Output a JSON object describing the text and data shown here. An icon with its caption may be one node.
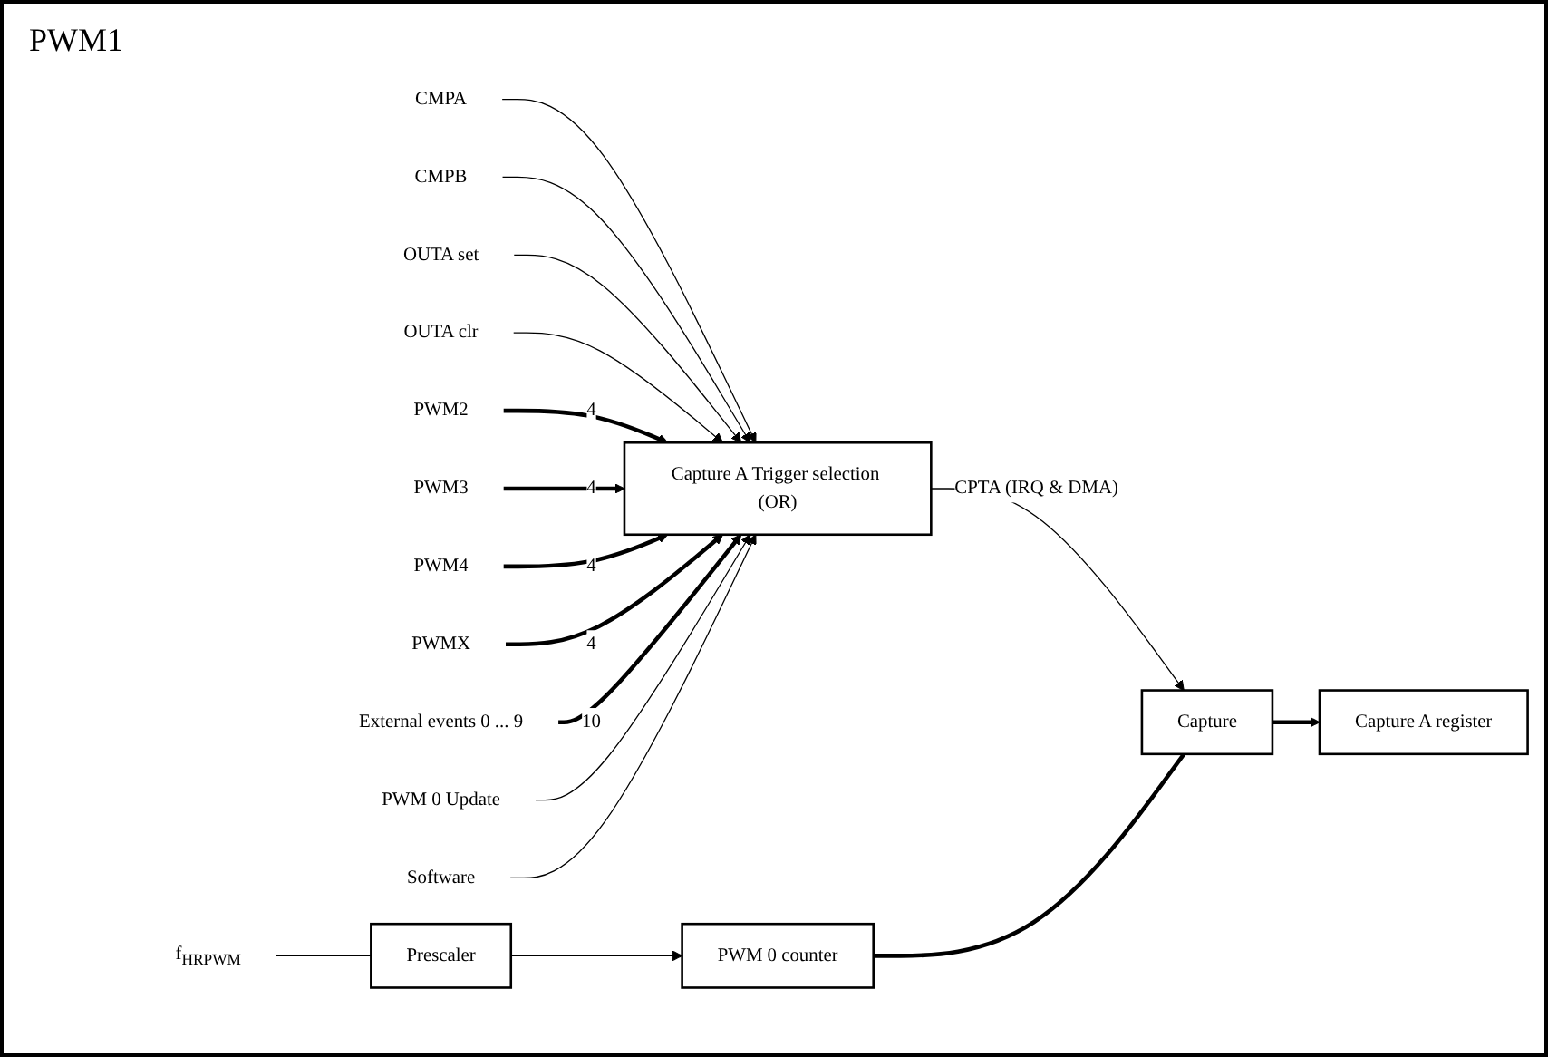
{
  "diagram": {
    "nodes": [
      {
        "text": [
          "CMPA"
        ]
      },
      {
        "text": [
          "CMPB"
        ]
      },
      {
        "text": [
          "OUTA set"
        ]
      },
      {
        "text": [
          "OUTA clr"
        ]
      },
      {
        "text": [
          "PWM2"
        ]
      },
      {
        "text": [
          "PWM3"
        ]
      },
      {
        "text": [
          "PWM4"
        ]
      },
      {
        "text": [
          "PWMX"
        ]
      },
      {
        "text": [
          "External events 0 ... 9"
        ]
      },
      {
        "text": [
          "PWM 0 Update"
        ]
      },
      {
        "text": [
          "Software"
        ]
      },
      {
        "text": [
          "Capture A Trigger selection (OR)"
        ]
      },
      {
        "text": [
          "Capture A register"
        ]
      },
      {
        "text": [
          "Capture"
        ]
      },
      {
        "text": [
          "f$_{HRPWM}$"
        ]
      },
      {
        "text": [
          "Prescaler"
        ]
      },
      {
        "text": [
          "PWM 0 counter"
        ]
      }
    ],
    "edges": [
      {
        "from": 0,
        "to": 11,
        "arrow": "to"
      },
      {
        "from": 1,
        "to": 11,
        "arrow": "to"
      },
      {
        "from": 2,
        "to": 11,
        "arrow": "to"
      },
      {
        "from": 3,
        "to": 11,
        "arrow": "to"
      },
      {
        "from": 4,
        "to": 11,
        "arrow": "to",
        "label": "4",
        "style": "thick"
      },
      {
        "from": 5,
        "to": 11,
        "arrow": "to",
        "label": "4",
        "style": "thick"
      },
      {
        "from": 6,
        "to": 11,
        "arrow": "to",
        "label": "4",
        "style": "thick"
      },
      {
        "from": 7,
        "to": 11,
        "arrow": "to",
        "label": "4",
        "style": "thick"
      },
      {
        "from": 8,
        "to": 11,
        "arrow": "to",
        "label": "10",
        "style": "thick"
      },
      {
        "from": 9,
        "to": 11,
        "arrow": "to"
      },
      {
        "from": 10,
        "to": 11,
        "arrow": "to"
      },
      {
        "from": 11,
        "to": 13,
        "arrow": "to",
        "label": "CPTA (IRQ & DMA)"
      },
      {
        "from": 13,
        "to": 12,
        "arrow": "to",
        "style": "thick"
      },
      {
        "from": 16,
        "to": 13,
        "arrow": "none",
        "style": "thick"
      },
      {
        "from": 14,
        "to": 15,
        "arrow": "none"
      },
      {
        "from": 15,
        "to": 16,
        "arrow": "to"
      }
    ],
    "labels": [
      "PWM1"
    ]
  }
}
